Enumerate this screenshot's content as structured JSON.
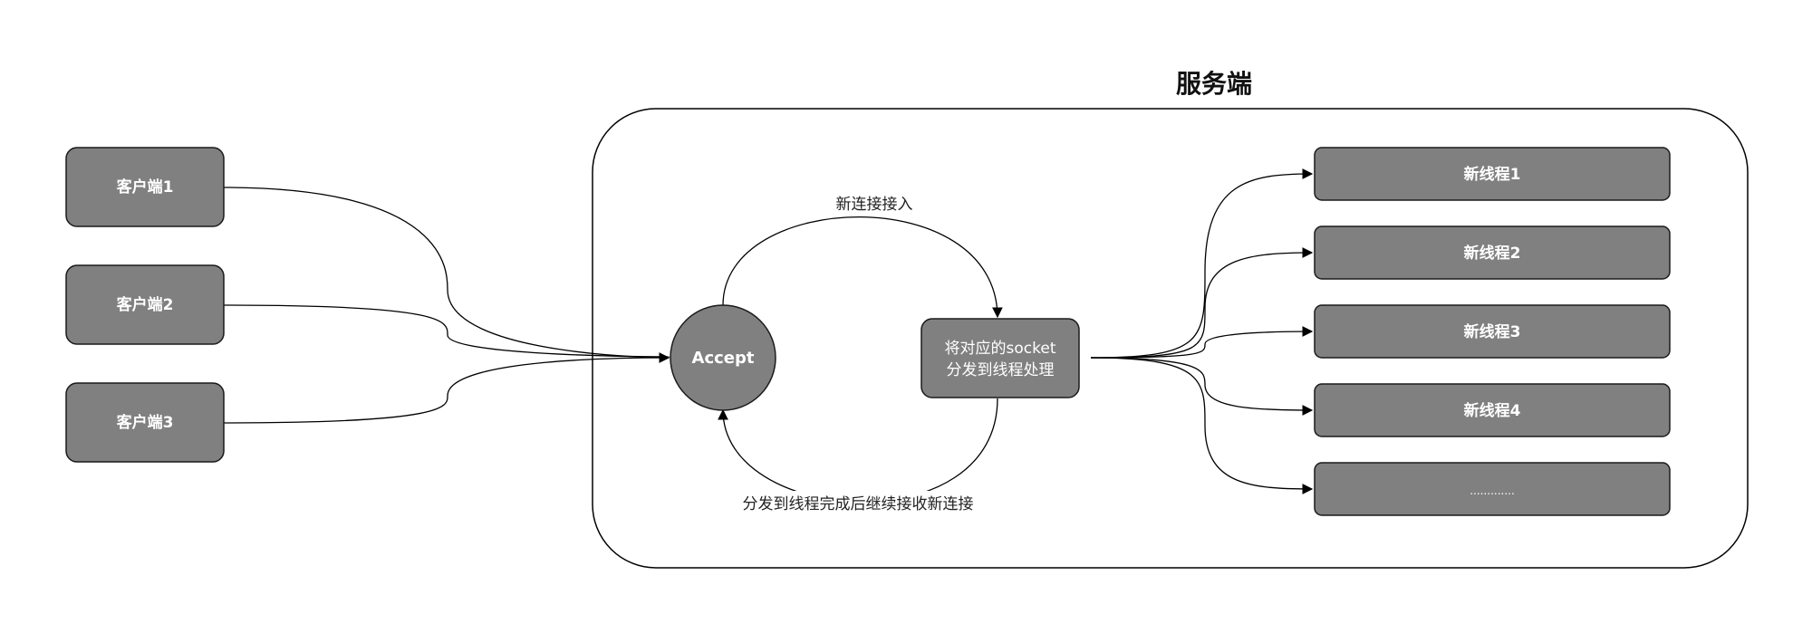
{
  "server": {
    "title": "服务端"
  },
  "clients": [
    {
      "label": "客户端1"
    },
    {
      "label": "客户端2"
    },
    {
      "label": "客户端3"
    }
  ],
  "accept": {
    "label": "Accept"
  },
  "dispatcher": {
    "line1": "将对应的socket",
    "line2": "分发到线程处理"
  },
  "edges": {
    "new_connection": "新连接接入",
    "continue_accept": "分发到线程完成后继续接收新连接"
  },
  "threads": [
    {
      "label": "新线程1"
    },
    {
      "label": "新线程2"
    },
    {
      "label": "新线程3"
    },
    {
      "label": "新线程4"
    },
    {
      "label": "............."
    }
  ],
  "colors": {
    "node_fill": "#808080",
    "node_stroke": "#1a1a1a",
    "node_text": "#ffffff",
    "edge": "#000000",
    "label_text": "#222222"
  }
}
